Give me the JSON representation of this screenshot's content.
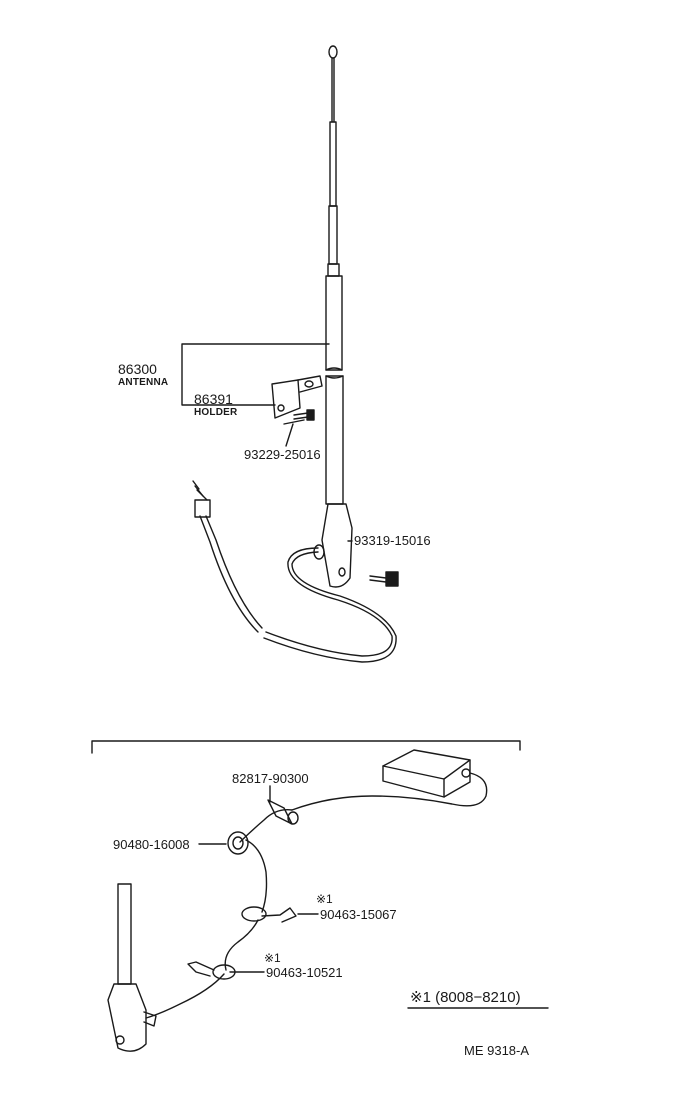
{
  "parts": {
    "antenna_number": "86300",
    "antenna_name": "ANTENNA",
    "holder_number": "86391",
    "holder_name": "HOLDER",
    "screw_upper": "93229-25016",
    "screw_lower": "93319-15016",
    "cable_part": "82817-90300",
    "grommet_part": "90480-16008",
    "clamp_upper": "90463-15067",
    "clamp_lower": "90463-10521"
  },
  "markers": {
    "ref_mark_upper": "※1",
    "ref_mark_lower": "※1"
  },
  "footnote": {
    "text": "※1 (8008−8210)"
  },
  "diagram_code": "ME 9318-A"
}
